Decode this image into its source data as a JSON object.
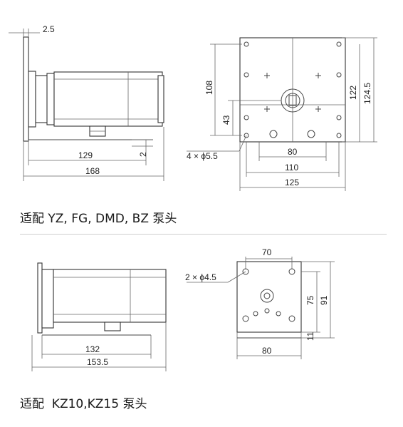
{
  "top": {
    "caption": "适配 YZ, FG, DMD, BZ 泵头",
    "dims": {
      "thickness": "2.5",
      "gap": "2",
      "length_body": "129",
      "length_total": "168",
      "height_108": "108",
      "height_43": "43",
      "height_122": "122",
      "height_124_5": "124.5",
      "holes": "4 × ϕ5.5",
      "width_80": "80",
      "width_110": "110",
      "width_125": "125"
    }
  },
  "bottom": {
    "caption": "适配  KZ10,KZ15 泵头",
    "dims": {
      "holes": "2 × ϕ4.5",
      "width_70": "70",
      "width_80": "80",
      "length_body": "132",
      "length_total": "153.5",
      "height_75": "75",
      "height_91": "91",
      "height_11": "11"
    }
  }
}
